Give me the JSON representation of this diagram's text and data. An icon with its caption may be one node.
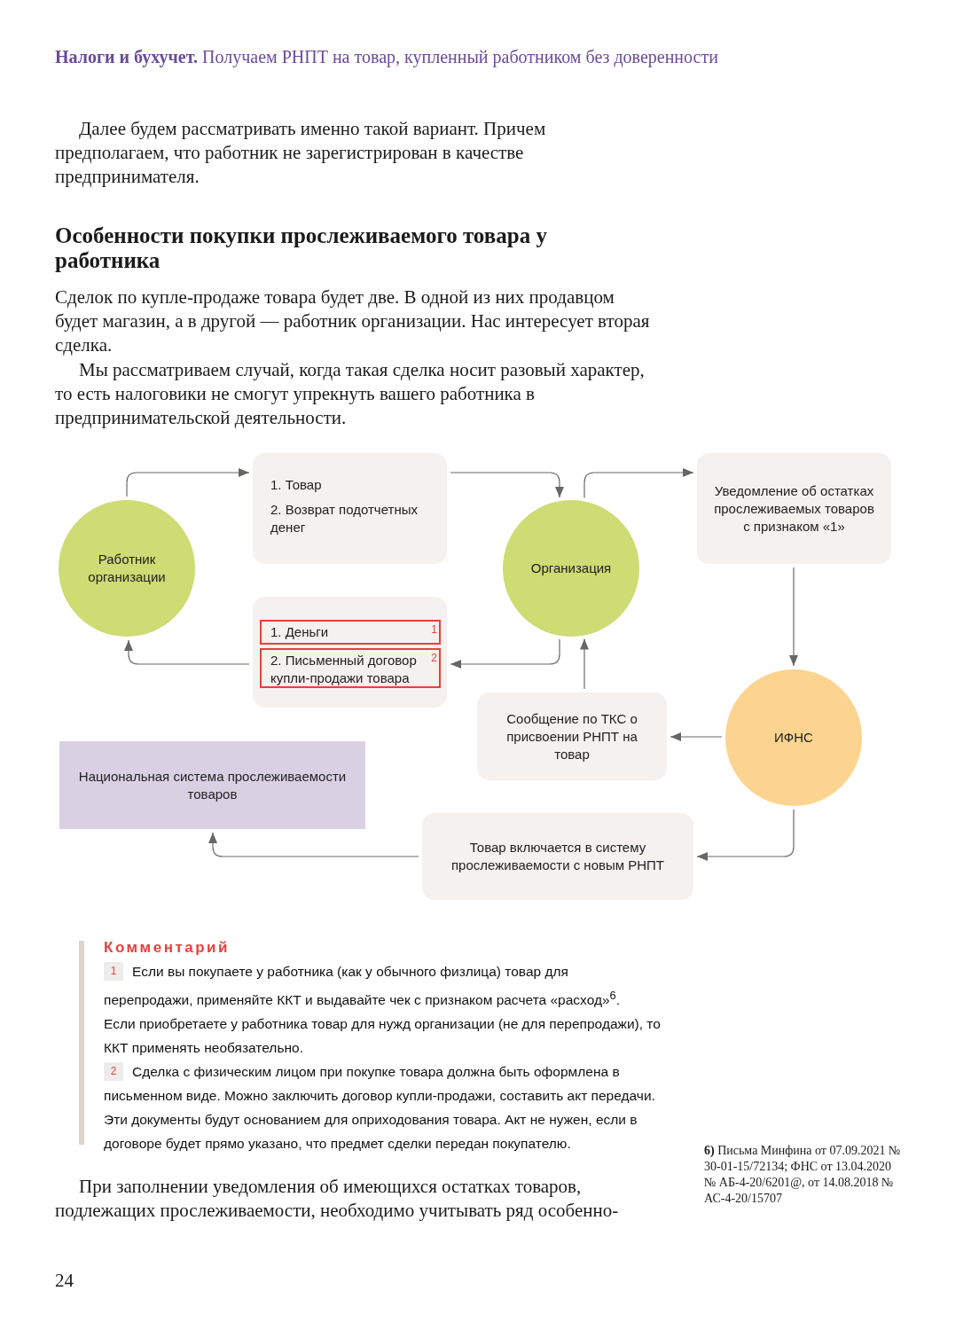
{
  "diagram": {
    "title": "**Налоги и бухучет.** Получаем РНПТ на товар, купленный работником без доверенности",
    "nodes": [
      {
        "text": [
          "Работник организации"
        ]
      },
      {
        "text": [
          "1. Товар",
          "2. Возврат подотчетных денег"
        ]
      },
      {
        "text": [
          "Организация"
        ]
      },
      {
        "text": [
          "Уведомление об остатках прослеживаемых товаров с признаком «1»"
        ]
      },
      {
        "text": [],
        "shape": "box"
      },
      {
        "text": [
          "1. Деньги",
          "1"
        ],
        "in": 4
      },
      {
        "text": [
          "2. Письменный договор купли-продажи товара",
          "2"
        ],
        "in": 4
      },
      {
        "text": [
          "Сообщение по ТКС о присвоении РНПТ на товар"
        ]
      },
      {
        "text": [
          "ИФНС"
        ]
      },
      {
        "text": [
          "Национальная система прослеживаемости товаров"
        ]
      },
      {
        "text": [
          "Товар включается в систему прослеживаемости с новым РНПТ"
        ]
      }
    ],
    "edges": [
      {
        "from": 0,
        "to": 1,
        "arrow": "to"
      },
      {
        "from": 1,
        "to": 2,
        "arrow": "to"
      },
      {
        "from": 2,
        "to": 3,
        "arrow": "to"
      },
      {
        "from": 3,
        "to": 8,
        "arrow": "to"
      },
      {
        "from": 8,
        "to": 7,
        "arrow": "to"
      },
      {
        "from": 7,
        "to": 2,
        "arrow": "to"
      },
      {
        "from": 2,
        "to": 4,
        "arrow": "to"
      },
      {
        "from": 4,
        "to": 0,
        "arrow": "to"
      },
      {
        "from": 8,
        "to": 10,
        "arrow": "to"
      },
      {
        "from": 10,
        "to": 9,
        "arrow": "to"
      }
    ],
    "labels": [
      "Далее будем рассматривать именно такой вариант. Причем предполагаем, что работник не зарегистрирован в качестве предпринимателя.",
      "Особенности покупки прослеживаемого товара у работника",
      "Сделок по купле-продаже товара будет две. В одной из них продавцом будет магазин, а в другой — работник организации. Нас интересует вторая сделка.",
      "Мы рассматриваем случай, когда такая сделка носит разовый характер, то есть налоговики не смогут упрекнуть вашего работника в предпринимательской деятельности.",
      "Комментарий",
      "1",
      "Если вы покупаете у работника (как у обычного физлица) товар для перепродажи, применяйте ККТ и выдавайте чек с признаком расчета «расход»$^{6}$.",
      "Если приобретаете у работника товар для нужд организации (не для перепродажи), то ККТ применять необязательно.",
      "2",
      "Сделка с физическим лицом при покупке товара должна быть оформлена в письменном виде. Можно заключить договор купли-продажи, составить акт передачи. Эти документы будут основанием для оприходования товара. Акт не нужен, если в договоре будет прямо указано, что предмет сделки передан покупателю.",
      "При заполнении уведомления об имеющихся остатках товаров, подлежащих прослеживаемости, необходимо учитывать ряд особенно-",
      "**6)** Письма Минфина от 07.09.2021 № 30-01-15/72134; ФНС от 13.04.2020 № АБ-4-20/6201@, от 14.08.2018 № АС-4-20/15707",
      "24"
    ]
  }
}
